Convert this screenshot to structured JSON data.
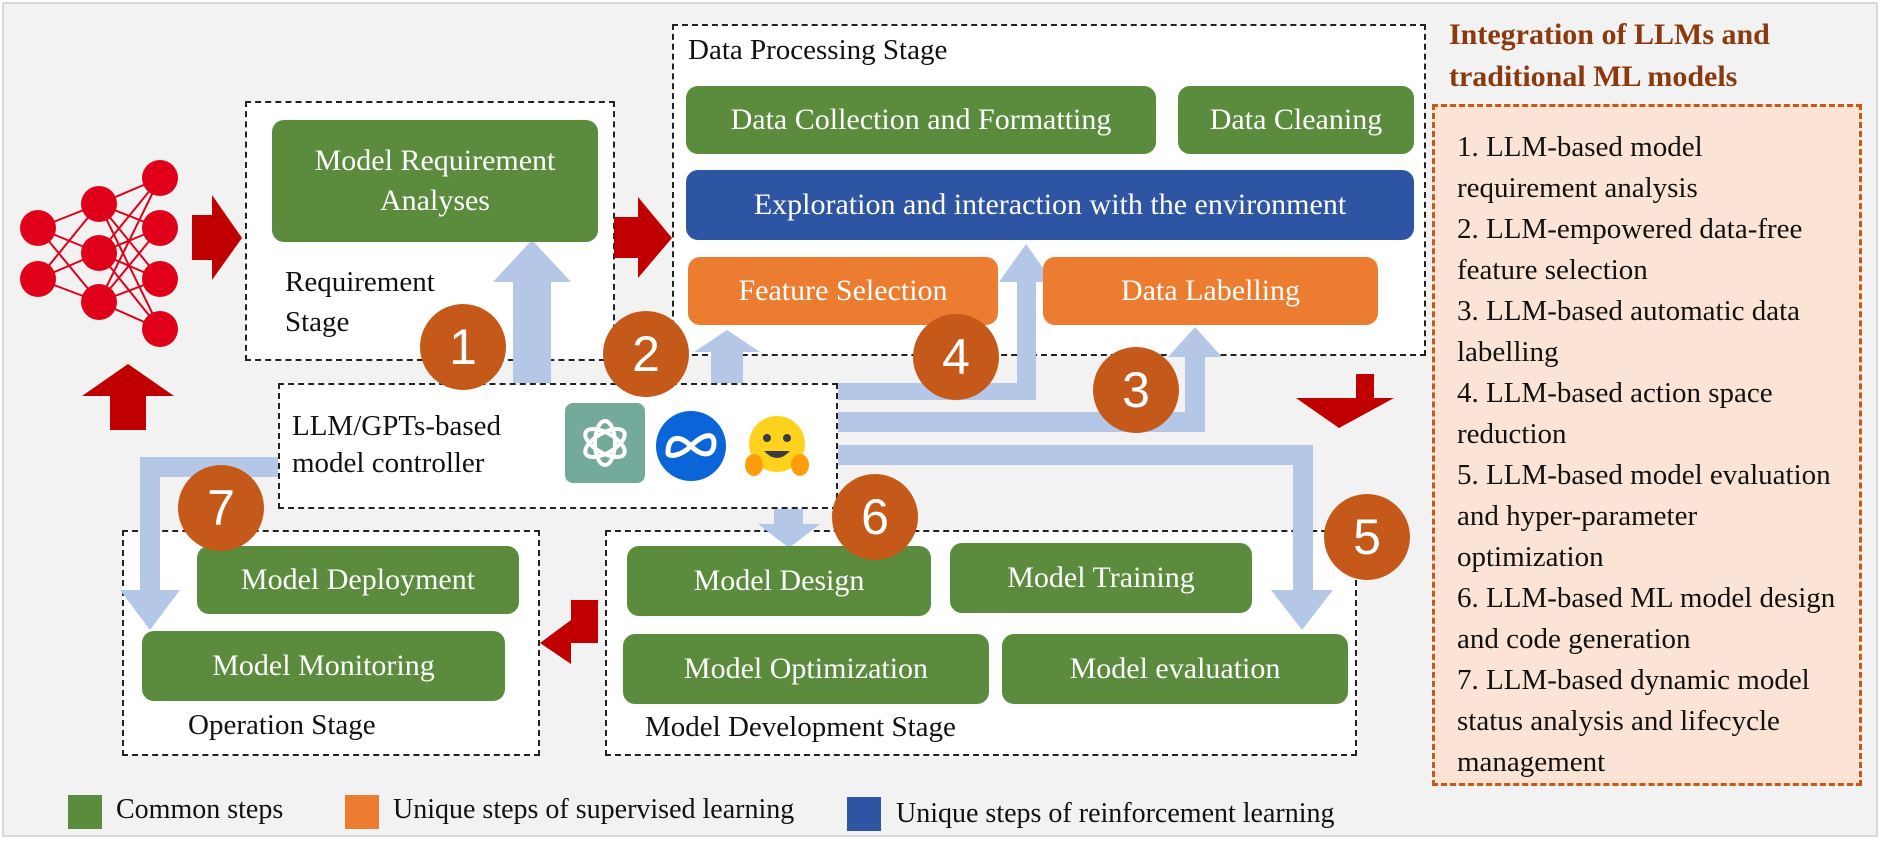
{
  "right_panel": {
    "title": "Integration of LLMs and traditional ML models",
    "items": [
      "1. LLM-based model requirement analysis",
      "2. LLM-empowered data-free feature selection",
      "3. LLM-based automatic data labelling",
      "4. LLM-based action space reduction",
      "5. LLM-based model evaluation and hyper-parameter optimization",
      "6. LLM-based ML model design and code generation",
      "7. LLM-based dynamic model status analysis and lifecycle management"
    ]
  },
  "requirement_stage": {
    "label": "Requirement Stage",
    "box": "Model Requirement Analyses"
  },
  "data_stage": {
    "label": "Data Processing Stage",
    "collection": "Data Collection and Formatting",
    "cleaning": "Data Cleaning",
    "exploration": "Exploration and interaction with the environment",
    "feature": "Feature Selection",
    "labelling": "Data Labelling"
  },
  "controller": {
    "label": "LLM/GPTs-based model controller",
    "icons": [
      "openai-logo-icon",
      "meta-logo-icon",
      "hugging-face-icon"
    ]
  },
  "operation_stage": {
    "label": "Operation Stage",
    "deployment": "Model Deployment",
    "monitoring": "Model Monitoring"
  },
  "development_stage": {
    "label": "Model Development Stage",
    "design": "Model Design",
    "training": "Model Training",
    "optimization": "Model Optimization",
    "evaluation": "Model evaluation"
  },
  "badges": [
    "1",
    "2",
    "3",
    "4",
    "5",
    "6",
    "7"
  ],
  "legend": [
    {
      "label": "Common steps",
      "color": "#5b8c3e"
    },
    {
      "label": "Unique steps of supervised learning",
      "color": "#ec7c30"
    },
    {
      "label": "Unique steps of reinforcement learning",
      "color": "#2e55a3"
    }
  ],
  "colors": {
    "green": "#5b8c3e",
    "orange": "#ec7c30",
    "blue": "#2e55a3",
    "badge": "#c5591a",
    "flow_arrow": "#b4c7e7",
    "stage_arrow": "#c00000",
    "network_node": "#e0001a"
  }
}
